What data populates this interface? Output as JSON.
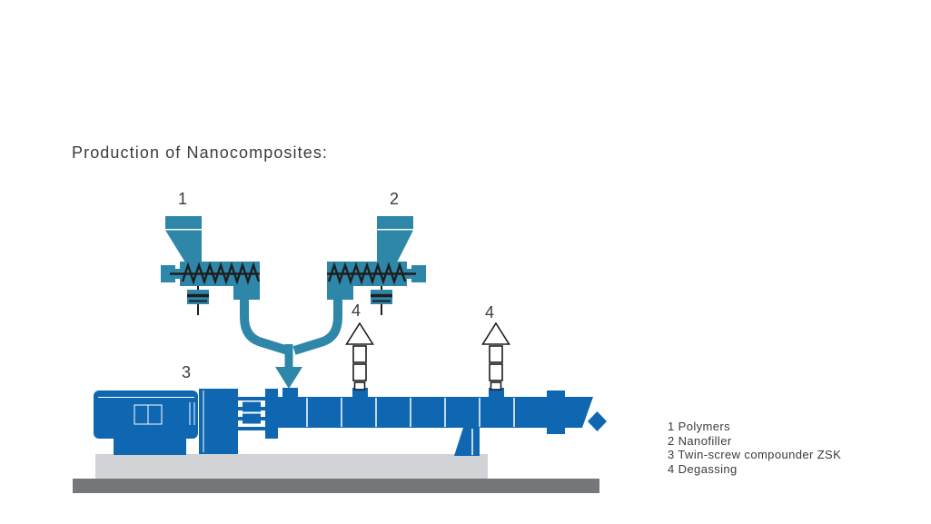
{
  "title": "Production of Nanocomposites:",
  "labels": {
    "feeder1": "1",
    "feeder2": "2",
    "compounder": "3",
    "degassing_left": "4",
    "degassing_right": "4"
  },
  "legend": {
    "items": [
      "1 Polymers",
      "2 Nanofiller",
      "3 Twin-screw compounder ZSK",
      "4 Degassing"
    ]
  },
  "icons": {
    "feeder": "hopper-screw-feeder-icon",
    "degassing": "vent-stack-triangle-icon",
    "feed_arrow": "down-arrow-icon",
    "compounder": "twin-screw-extruder-icon"
  },
  "colors": {
    "teal": "#2E86A8",
    "blue": "#0F67B2",
    "platform-gray": "#D2D3D6",
    "floor-gray": "#76777A",
    "text": "#3B3B3D",
    "outline": "#1E1E20",
    "background": "#FFFFFF"
  }
}
